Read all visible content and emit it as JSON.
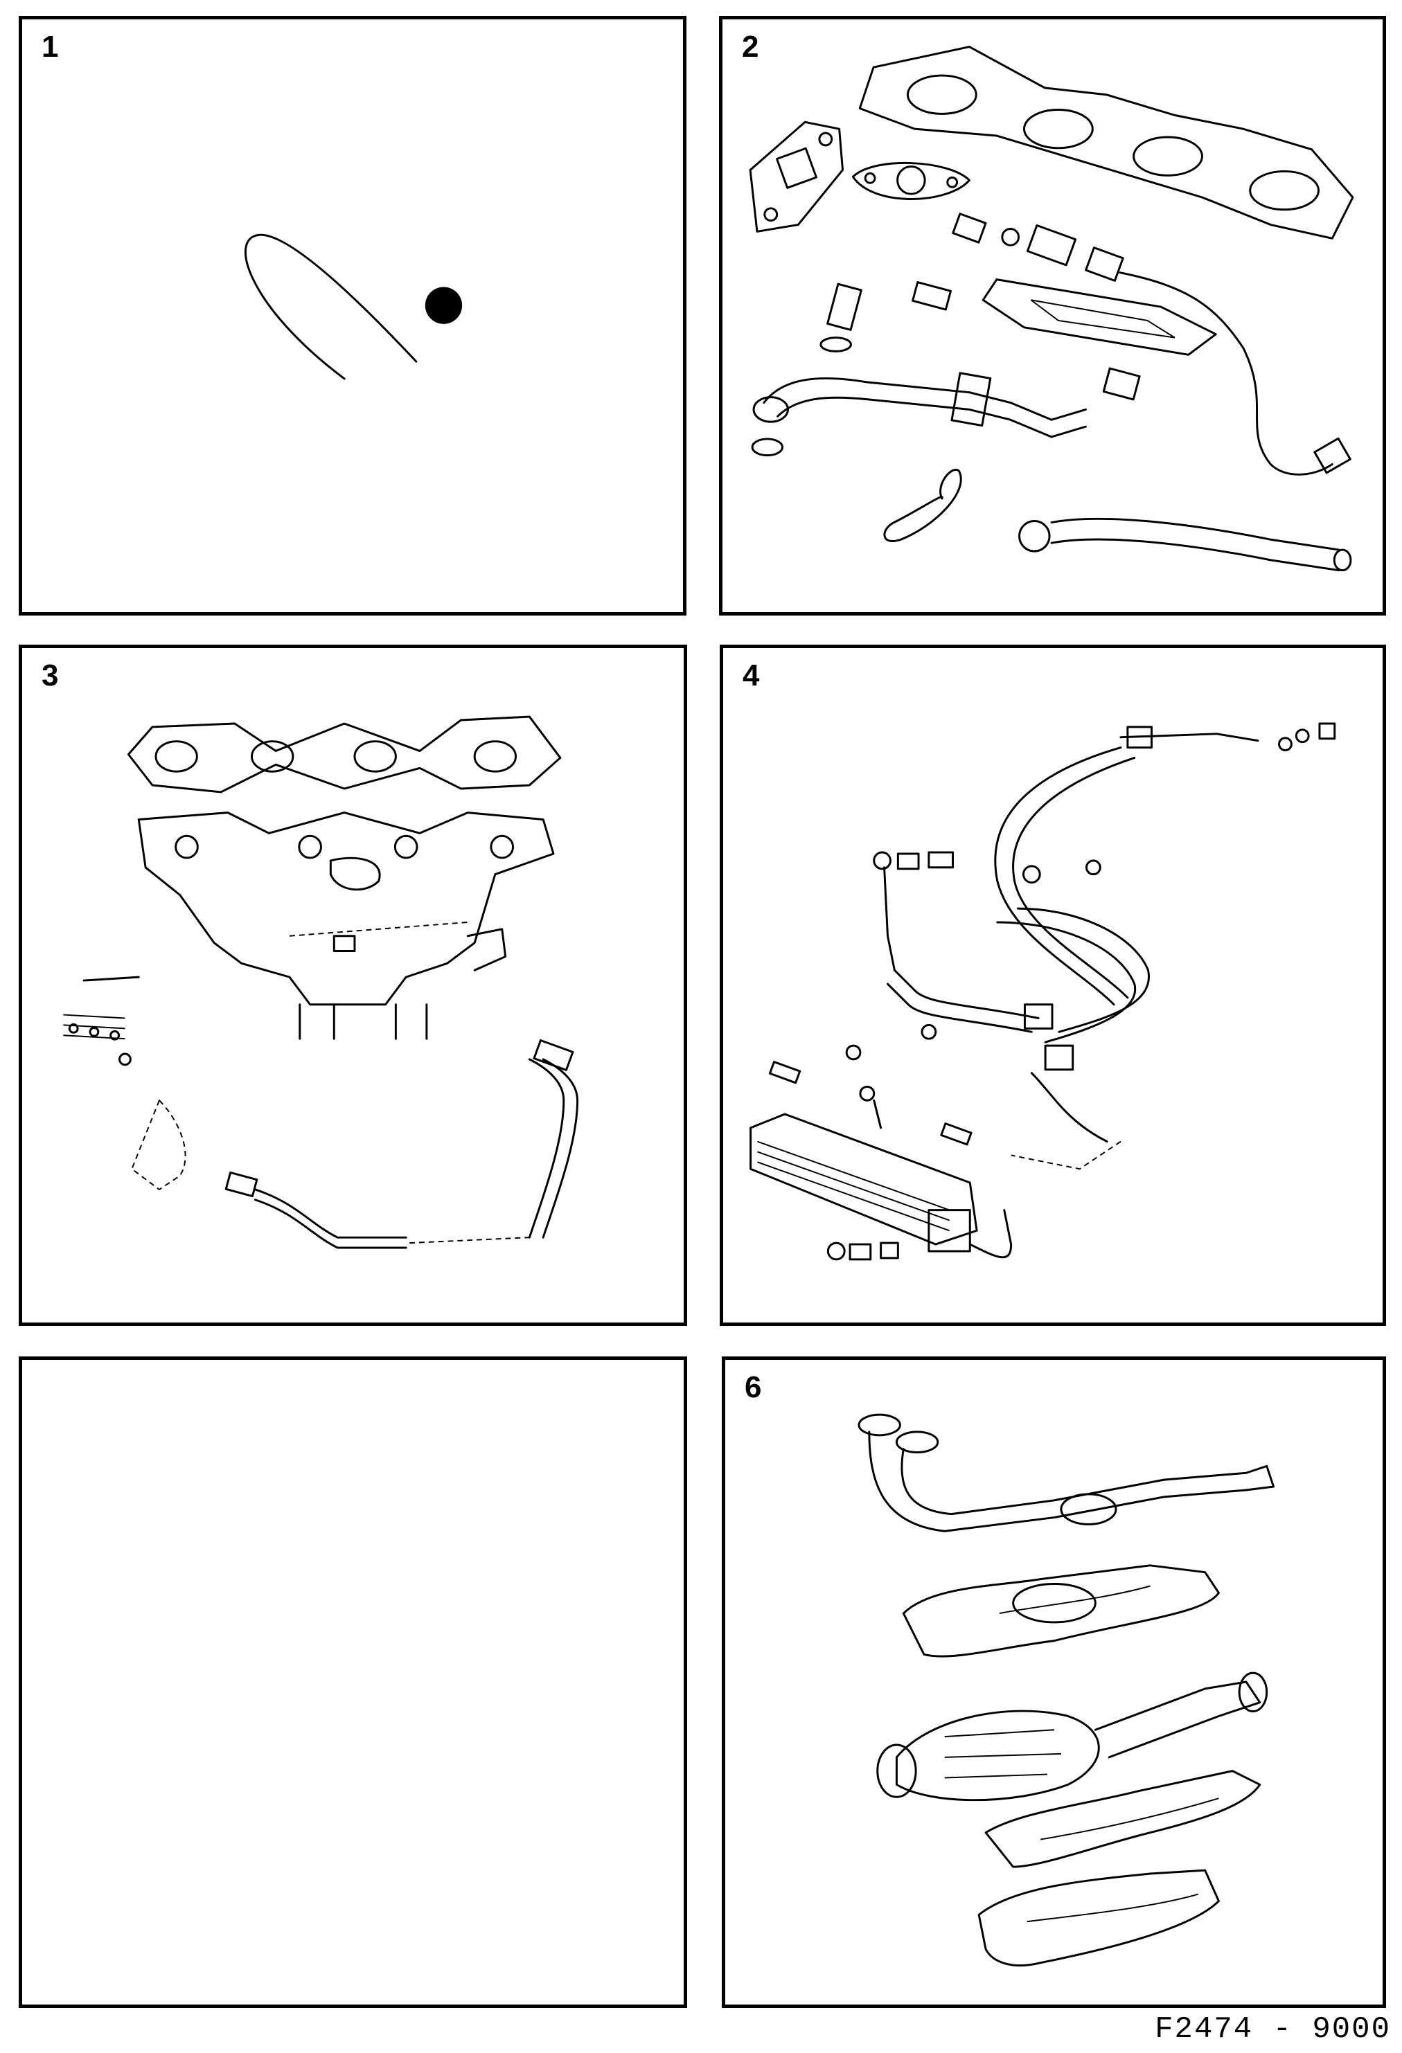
{
  "panels": [
    {
      "id": "1",
      "label": "1"
    },
    {
      "id": "2",
      "label": "2"
    },
    {
      "id": "3",
      "label": "3"
    },
    {
      "id": "4",
      "label": "4"
    },
    {
      "id": "5",
      "label": ""
    },
    {
      "id": "6",
      "label": "6"
    }
  ],
  "footer": {
    "code": "F2474 - 9000"
  }
}
